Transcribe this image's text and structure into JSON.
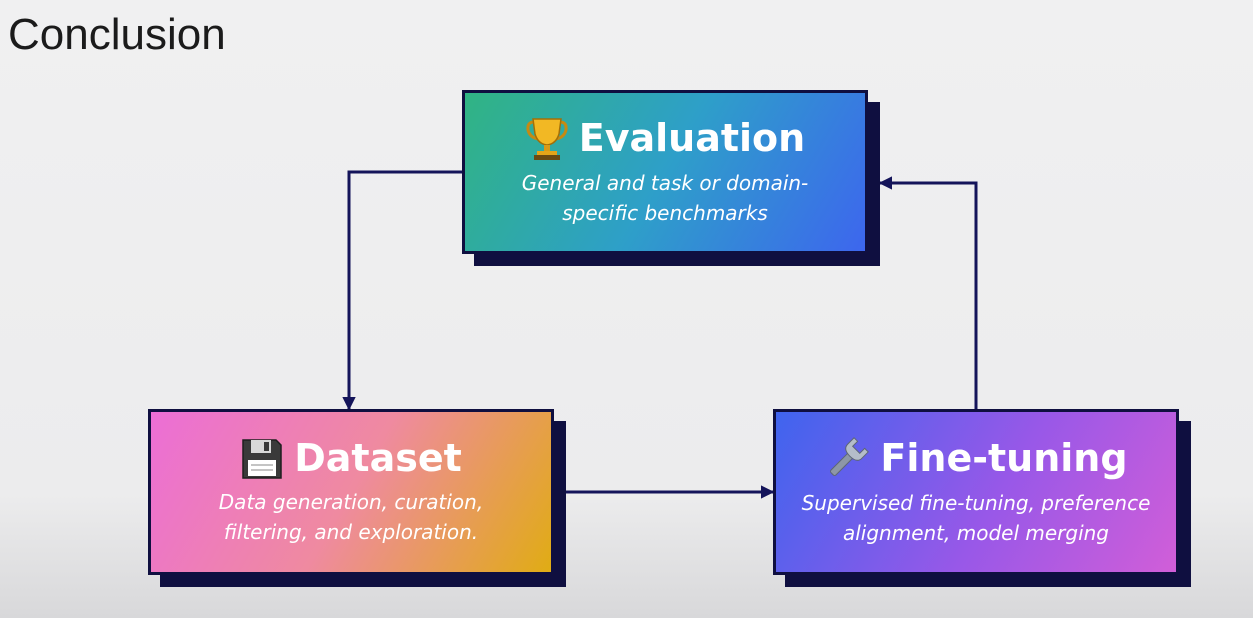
{
  "slide": {
    "title": "Conclusion"
  },
  "nodes": {
    "evaluation": {
      "title": "Evaluation",
      "icon": "trophy-icon",
      "description_line1": "General and task or domain-",
      "description_line2": "specific benchmarks",
      "gradient": [
        "#30b483",
        "#2e9fc9",
        "#3d66ee"
      ]
    },
    "dataset": {
      "title": "Dataset",
      "icon": "floppy-disk-icon",
      "description_line1": "Data generation, curation,",
      "description_line2": "filtering, and exploration.",
      "gradient": [
        "#ec6ed6",
        "#ef8aa0",
        "#e0ac14"
      ]
    },
    "finetuning": {
      "title": "Fine-tuning",
      "icon": "wrench-icon",
      "description_line1": "Supervised fine-tuning, preference",
      "description_line2": "alignment, model merging",
      "gradient": [
        "#3f64ee",
        "#9858e8",
        "#d15ed8"
      ]
    }
  },
  "edges": [
    {
      "from": "Evaluation",
      "to": "Dataset"
    },
    {
      "from": "Dataset",
      "to": "Fine-tuning"
    },
    {
      "from": "Fine-tuning",
      "to": "Evaluation"
    }
  ],
  "colors": {
    "border": "#0f0f40",
    "arrow": "#14145a",
    "text": "#ffffff"
  }
}
